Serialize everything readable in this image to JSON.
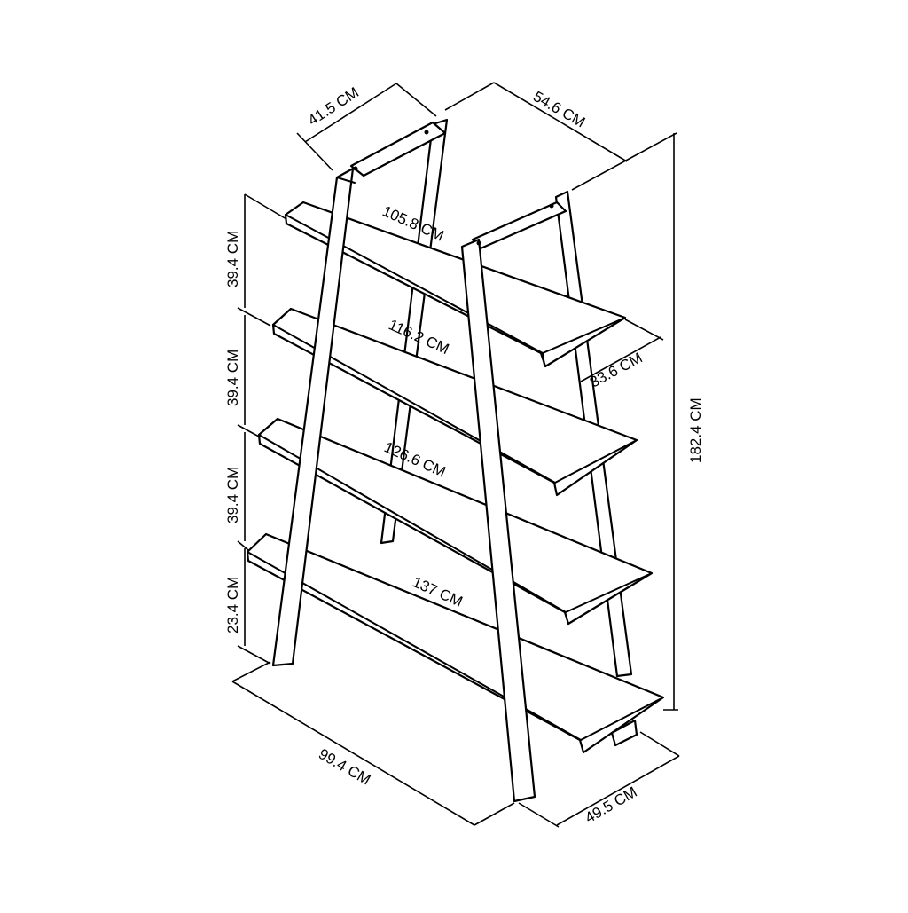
{
  "dimensions": {
    "top_depth": "41.5 CM",
    "top_width": "54.6 CM",
    "shelf_spacing_1": "39.4 CM",
    "shelf_spacing_2": "39.4 CM",
    "shelf_spacing_3": "39.4 CM",
    "bottom_clearance": "23.4 CM",
    "shelf_1_length": "105.8 CM",
    "shelf_2_length": "116.2 CM",
    "shelf_3_length": "126.6 CM",
    "shelf_4_length": "137 CM",
    "shelf_depth": "33.6 CM",
    "total_height": "182.4 CM",
    "base_width": "99.4 CM",
    "base_depth": "49.5 CM"
  }
}
